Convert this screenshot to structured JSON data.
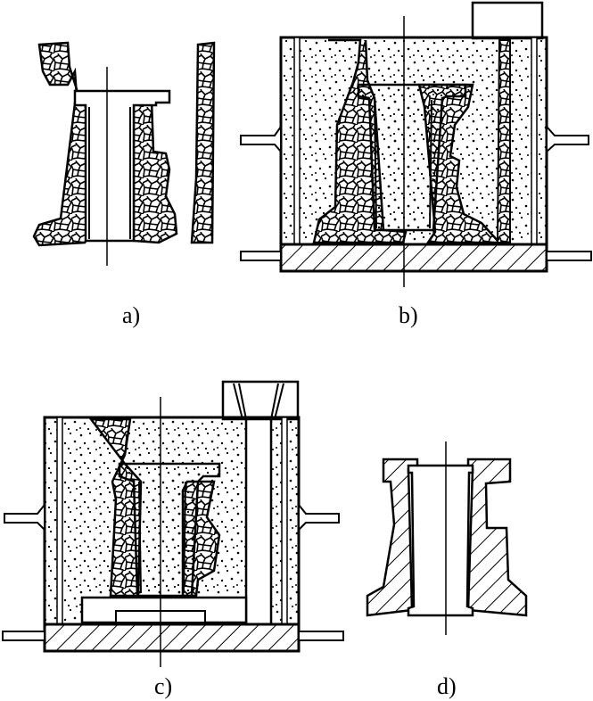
{
  "labels": {
    "a": "a)",
    "b": "b)",
    "c": "c)",
    "d": "d)"
  },
  "colors": {
    "ink": "#000000",
    "paper": "#ffffff"
  }
}
